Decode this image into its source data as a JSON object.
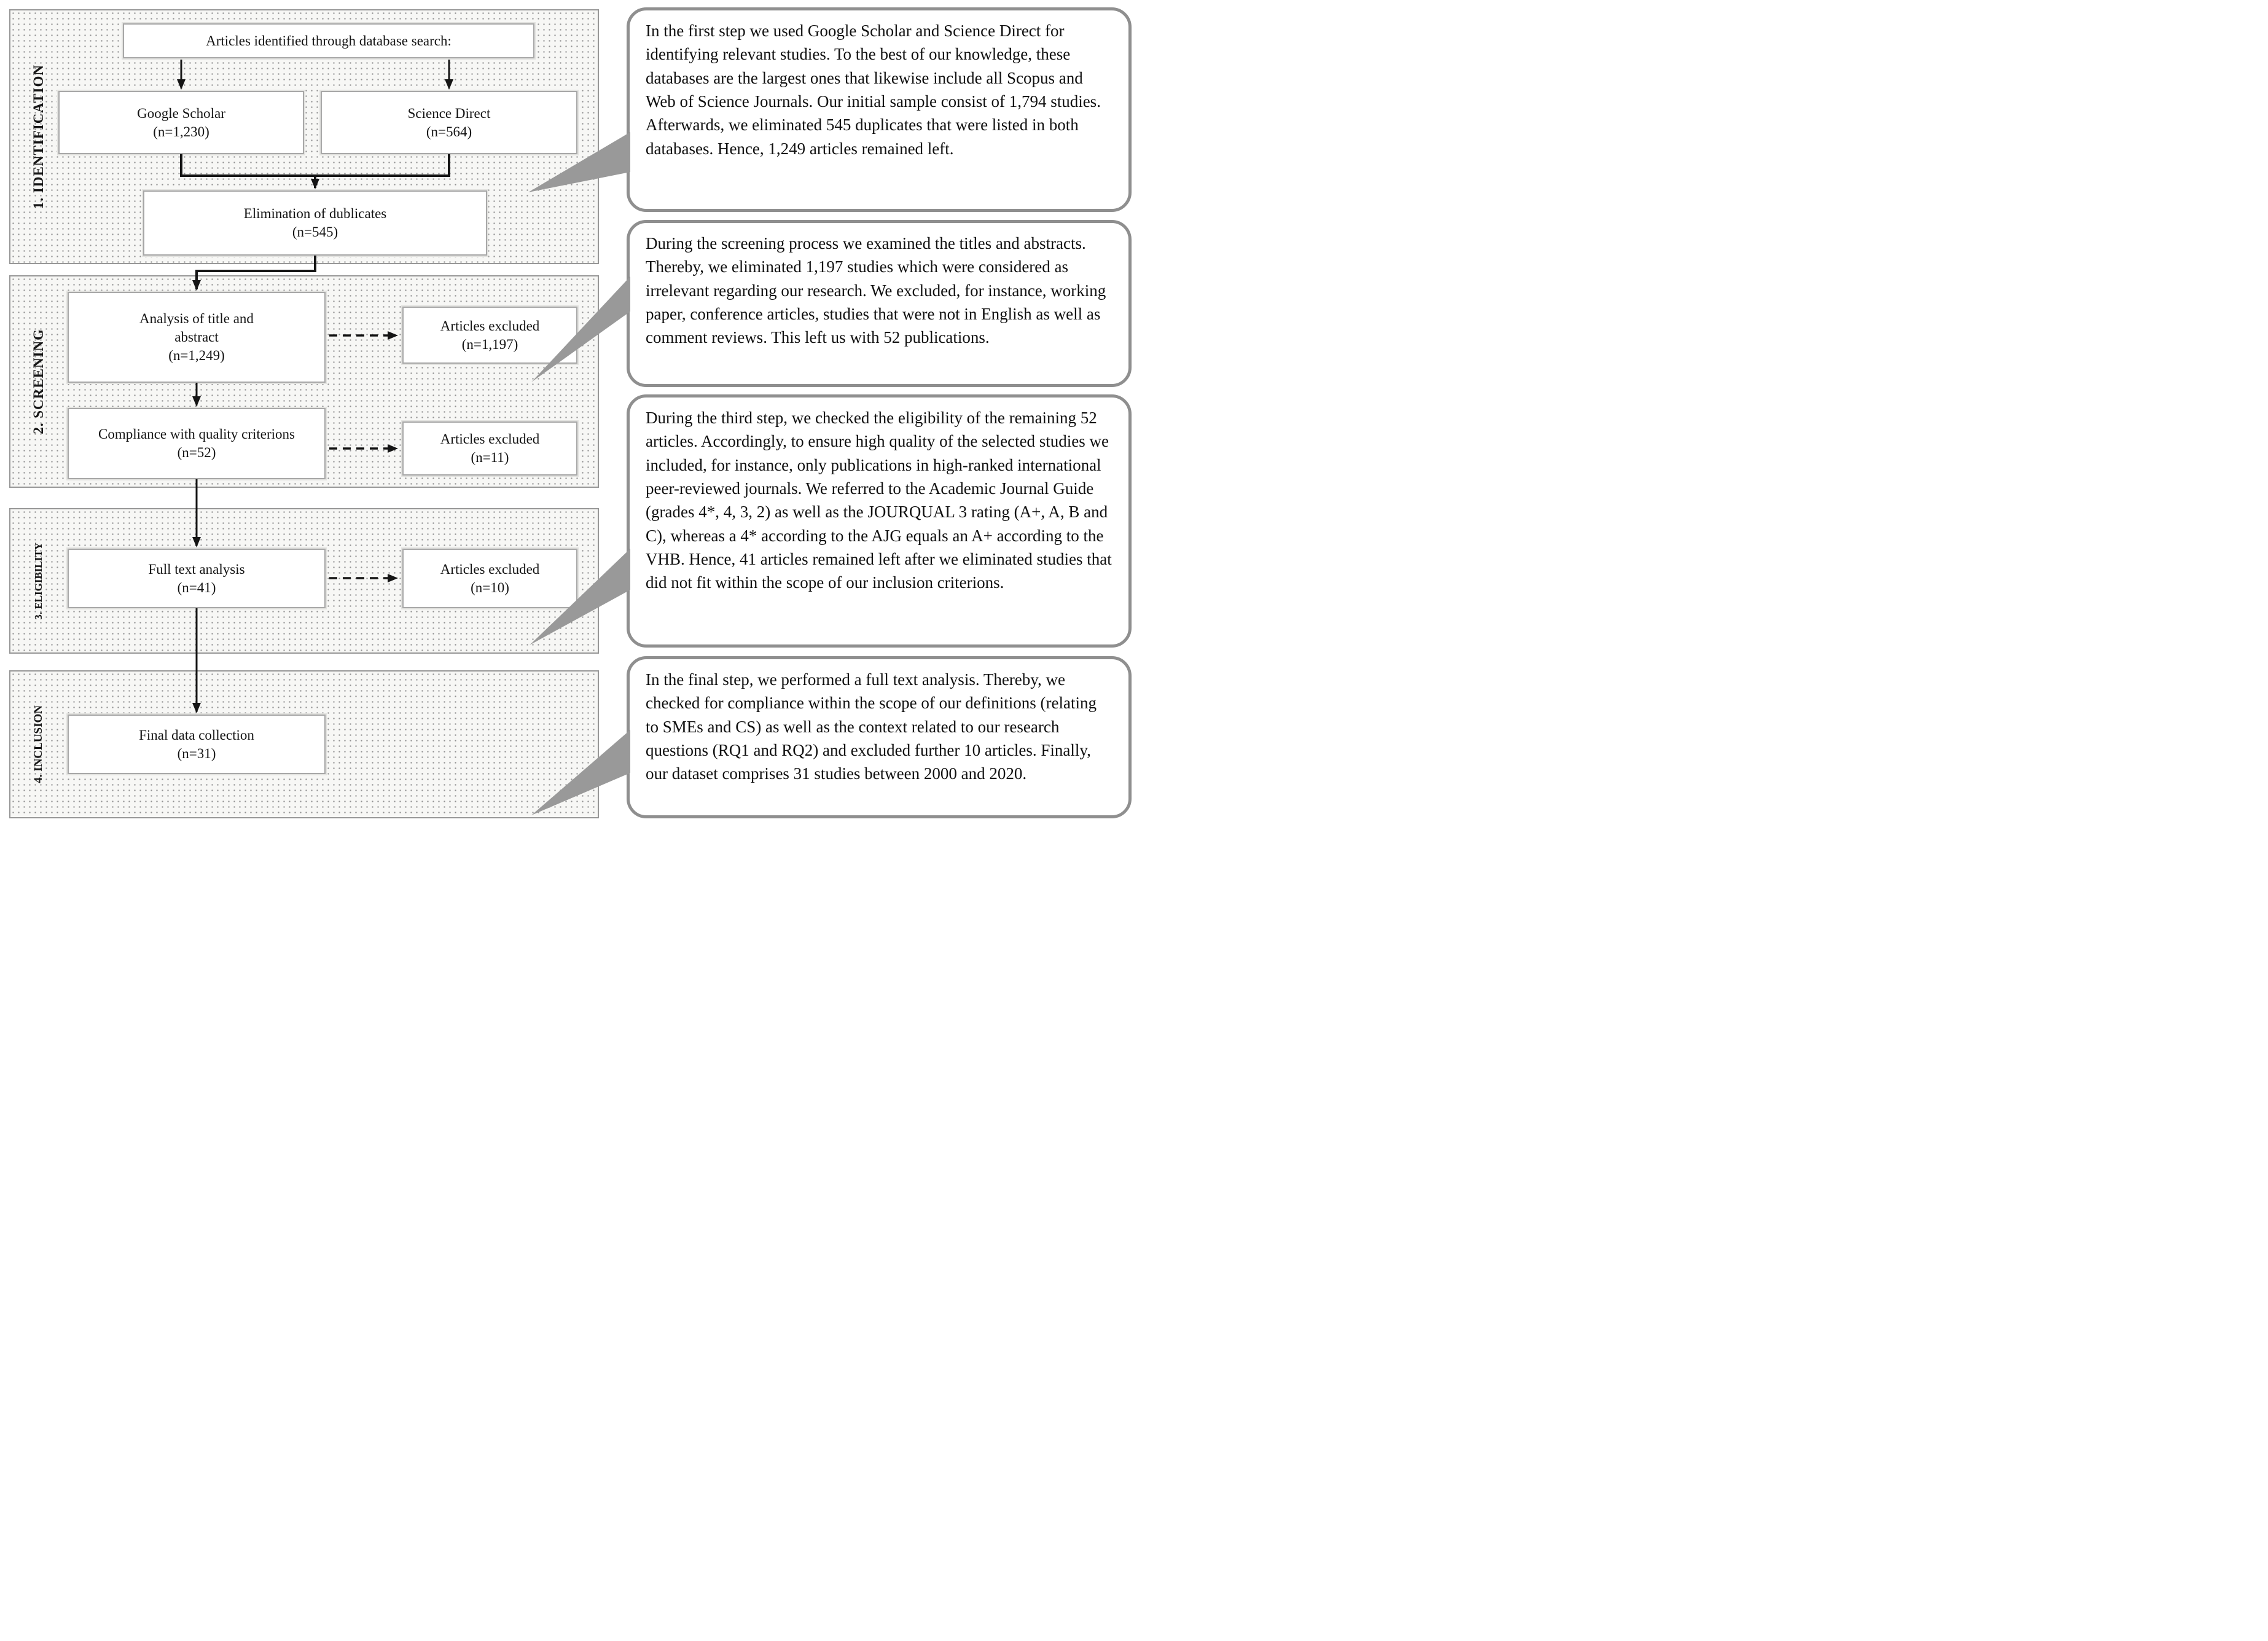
{
  "diagram": {
    "title_note": "Literature review selection flow diagram",
    "sections": [
      {
        "label": "1. IDENTIFICATION"
      },
      {
        "label": "2. SCREENING"
      },
      {
        "label": "3. ELIGIBILITY"
      },
      {
        "label": "4. INCLUSION"
      }
    ],
    "boxes": {
      "top": {
        "label": "Articles identified through database search:"
      },
      "google_scholar": {
        "label": "Google Scholar",
        "count": "(n=1,230)"
      },
      "science_direct": {
        "label": "Science Direct",
        "count": "(n=564)"
      },
      "duplicates": {
        "label": "Elimination of dublicates",
        "count": "(n=545)"
      },
      "title_abstract": {
        "label": "Analysis of title and abstract",
        "count": "(n=1,249)"
      },
      "excluded_titles": {
        "label": "Articles excluded",
        "count": "(n=1,197)"
      },
      "quality": {
        "label": "Compliance with quality criterions",
        "count": "(n=52)"
      },
      "excluded_quality": {
        "label": "Articles excluded",
        "count": "(n=11)"
      },
      "full_text": {
        "label": "Full text analysis",
        "count": "(n=41)"
      },
      "excluded_fulltext": {
        "label": "Articles excluded",
        "count": "(n=10)"
      },
      "final": {
        "label": "Final data collection",
        "count": "(n=31)"
      }
    },
    "callouts": [
      {
        "text": "In the first step we used Google Scholar and Science Direct for identifying relevant studies. To the best of our knowledge, these databases are the largest ones that likewise include all Scopus and Web of Science Journals. Our initial sample consist of 1,794 studies. Afterwards, we eliminated 545 duplicates that were listed in both databases. Hence, 1,249 articles remained left."
      },
      {
        "text": "During the screening process we examined the titles and abstracts. Thereby, we eliminated 1,197 studies which were considered as irrelevant regarding our research. We excluded, for instance, working paper, conference articles, studies that were not in English as well as comment reviews. This left us with 52 publications."
      },
      {
        "text": "During the third step, we checked the eligibility of the remaining 52 articles. Accordingly, to ensure high quality of the selected studies we included, for instance, only publications in high-ranked international peer-reviewed journals. We referred to the Academic Journal Guide (grades 4*, 4, 3, 2) as well as the JOURQUAL 3 rating (A+, A, B and C), whereas a 4* according to the AJG equals an A+ according to the VHB. Hence, 41 articles remained left after we eliminated studies that did not fit within the scope of our inclusion criterions."
      },
      {
        "text": "In the final step, we performed a full text analysis. Thereby, we checked for compliance within the scope of our definitions (relating to SMEs and CS) as well as the context related to our research questions (RQ1 and RQ2) and excluded further 10 articles. Finally, our dataset comprises 31 studies between 2000 and 2020."
      }
    ],
    "colors": {
      "callout_border_gray": "#8f8f8f",
      "tail_gray": "#999999",
      "arrow_black": "#151515",
      "band_dot_gray": "#8f8f8f",
      "band_bg": "#f7f7f5",
      "box_border_gray": "#a8a8a8"
    }
  }
}
